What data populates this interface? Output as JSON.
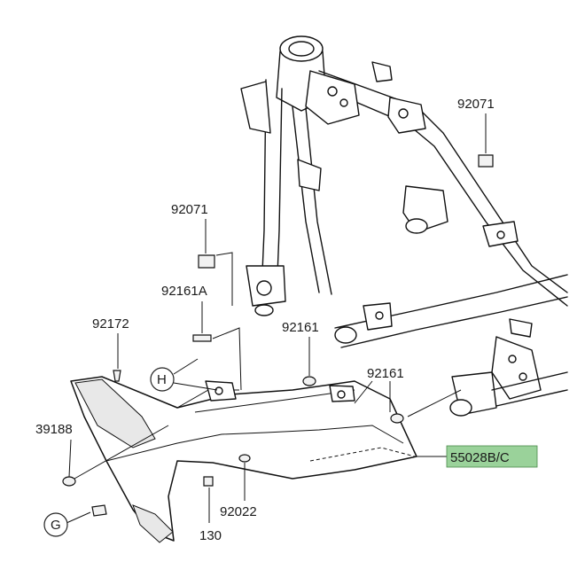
{
  "parts": {
    "p92071_top": "92071",
    "p92071_left": "92071",
    "p92161A": "92161A",
    "p92172": "92172",
    "p92161_mid": "92161",
    "p92161_right": "92161",
    "p39188": "39188",
    "p92022": "92022",
    "p130": "130",
    "p55028": "55028B/C"
  },
  "callouts": {
    "h": "H",
    "g": "G"
  },
  "colors": {
    "highlight": "#9ad29a",
    "line": "#111111"
  }
}
